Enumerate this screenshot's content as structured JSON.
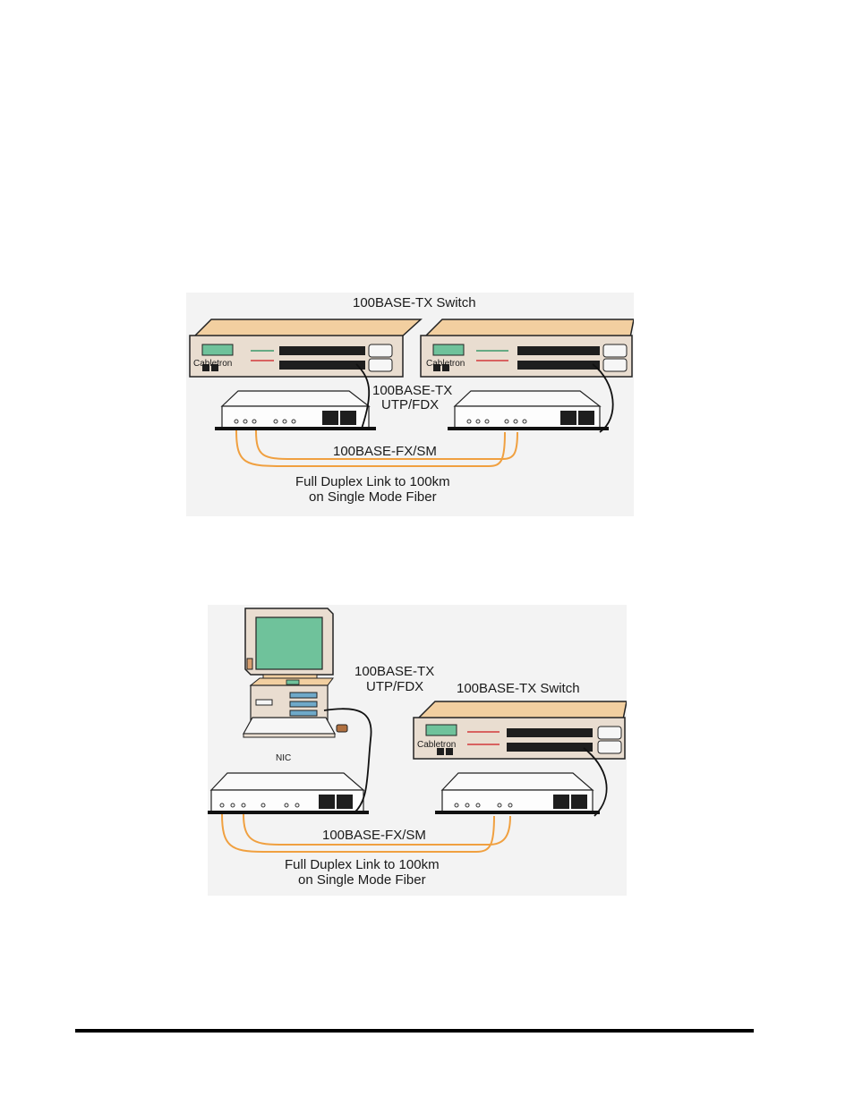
{
  "diagram1": {
    "switch_title": "100BASE-TX Switch",
    "switch_brand_left": "Cabletron",
    "switch_brand_right": "Cabletron",
    "utp_label_line1": "100BASE-TX",
    "utp_label_line2": "UTP/FDX",
    "fiber_label": "100BASE-FX/SM",
    "link_label_line1": "Full Duplex Link to 100km",
    "link_label_line2": "on Single Mode Fiber"
  },
  "diagram2": {
    "utp_label_line1": "100BASE-TX",
    "utp_label_line2": "UTP/FDX",
    "switch_title": "100BASE-TX Switch",
    "switch_brand": "Cabletron",
    "nic_label": "NIC",
    "fiber_label": "100BASE-FX/SM",
    "link_label_line1": "Full Duplex Link to 100km",
    "link_label_line2": "on Single Mode Fiber"
  },
  "colors": {
    "switch_body": "#f2cfa0",
    "switch_front": "#e9ddd0",
    "lcd_green": "#6fc29b",
    "monitor_screen": "#6fc29b",
    "fiber_orange": "#f0a040",
    "port_black": "#1e1e1e"
  }
}
